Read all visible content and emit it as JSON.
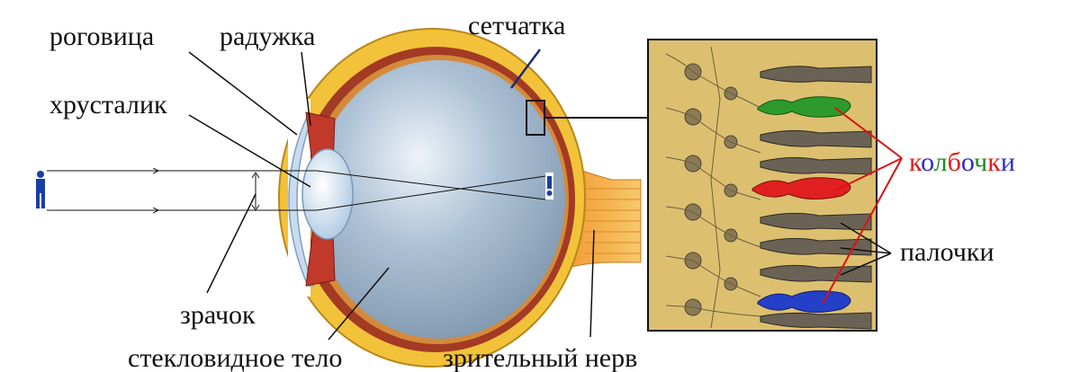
{
  "labels": {
    "cornea": "роговица",
    "iris": "радужка",
    "retina": "сетчатка",
    "lens": "хрусталик",
    "pupil": "зрачок",
    "vitreous": "стекловидное тело",
    "optic_nerve": "зрительный нерв",
    "cones": [
      "к",
      "о",
      "л",
      "б",
      "о",
      "ч",
      "к",
      "и"
    ],
    "rods": "палочки"
  },
  "colors": {
    "eye_outer": "#f2c23a",
    "eye_choroid": "#a33a24",
    "eyeball": "#9cb4cc",
    "nerve": "#f0a030",
    "retina_panel": "#dcc070",
    "cone_green": "#2e9a2e",
    "cone_red": "#e02020",
    "cone_blue": "#2440c8",
    "rod": "#6a6255",
    "leader_red": "#dd1111",
    "figure": "#1a3ea8",
    "cones_letters": [
      "#e01b1b",
      "#2d2dc8",
      "#1e8a1e",
      "#e01b1b",
      "#2d2dc8",
      "#1e8a1e",
      "#e01b1b",
      "#2d2dc8"
    ]
  }
}
